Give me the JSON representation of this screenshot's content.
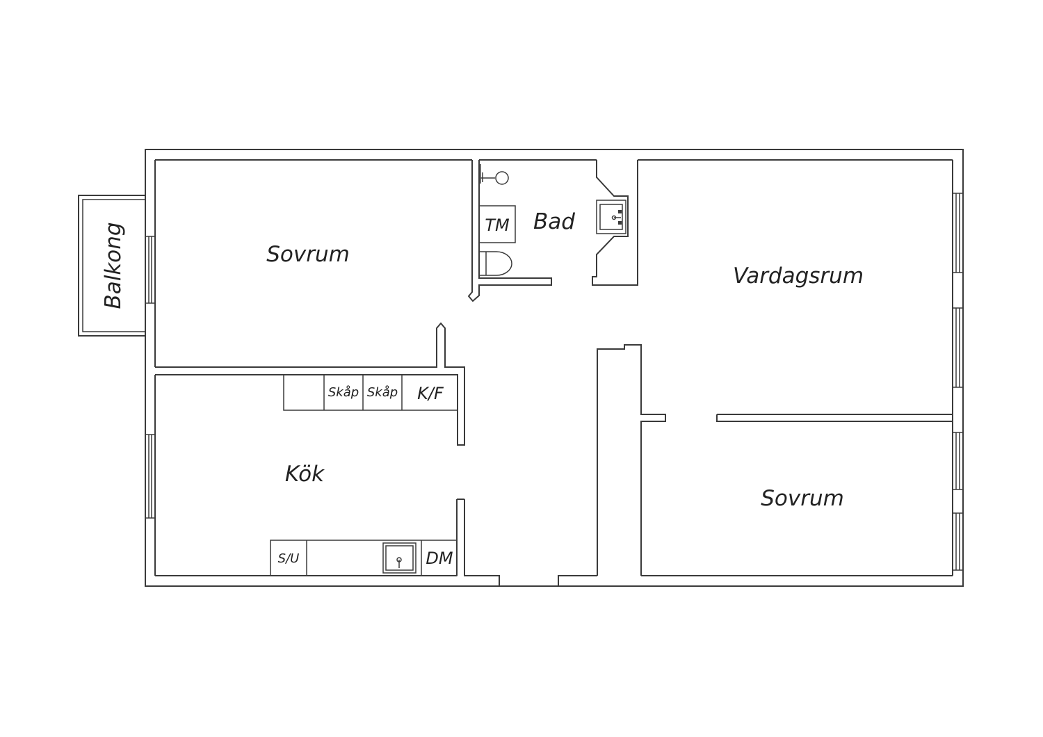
{
  "rooms": {
    "sovrum_1": "Sovrum",
    "bad": "Bad",
    "vardagsrum": "Vardagsrum",
    "kok": "Kök",
    "sovrum_2": "Sovrum",
    "balkong": "Balkong"
  },
  "fixtures": {
    "tm": "TM",
    "skap_1": "Skåp",
    "skap_2": "Skåp",
    "kf": "K/F",
    "su": "S/U",
    "dm": "DM"
  },
  "icons": [
    "shower-icon",
    "toilet-icon",
    "washbasin-icon",
    "kitchen-sink-icon",
    "window-icon"
  ]
}
